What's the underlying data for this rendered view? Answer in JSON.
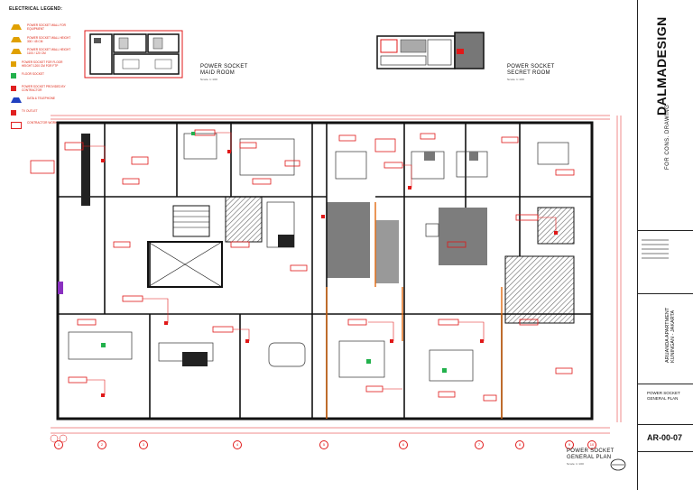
{
  "legend": {
    "title": "ELECTRICAL LEGEND:",
    "items": [
      {
        "icon": "triangle-socket-icon",
        "color": "#e0a000",
        "label": "POWER SOCKET WALL FOR EQUIPMENT"
      },
      {
        "icon": "triangle-socket-icon",
        "color": "#e0a000",
        "label": "POWER SOCKET WALL HEIGHT 300 / 45 CM"
      },
      {
        "icon": "triangle-socket-icon",
        "color": "#e0a000",
        "label": "POWER SOCKET WALL HEIGHT 1100 / 120 CM"
      },
      {
        "icon": "square-socket-icon",
        "color": "#e0a000",
        "label": "POWER SOCKET FOR FLOOR HEIGHT 1200 CM FOR FTP"
      },
      {
        "icon": "green-square-icon",
        "color": "#22b14c",
        "label": "FLOOR SOCKET"
      },
      {
        "icon": "red-square-icon",
        "color": "#e02020",
        "label": "POWER SOCKET PROVIDED BY CONTRACTOR"
      },
      {
        "icon": "blue-triangle-icon",
        "color": "#2040c0",
        "label": "DATA & TELEPHONE"
      },
      {
        "icon": "tv-outlet-icon",
        "color": "#e02020",
        "label": "TV OUTLET"
      },
      {
        "icon": "red-box-icon",
        "color": "#e02020",
        "label": "CONTRACTOR WORK"
      }
    ]
  },
  "maid_room": {
    "title_line1": "POWER SOCKET",
    "title_line2": "MAID ROOM",
    "scale": "Scale 1:100"
  },
  "secret_room": {
    "title_line1": "POWER SOCKET",
    "title_line2": "SECRET ROOM",
    "scale": "Scale 1:100"
  },
  "general_plan": {
    "title_line1": "POWER SOCKET",
    "title_line2": "GENERAL PLAN",
    "scale": "Scale 1:100"
  },
  "title_block": {
    "brand": "DALMADESIGN",
    "status": "FOR CONS. DRAWING",
    "project_line1": "ARUANDA APARTMENT",
    "project_line2": "KUNINGAN - JAKARTA",
    "drawing_line1": "POWER SOCKET",
    "drawing_line2": "GENERAL PLAN",
    "sheet_no": "AR-00-07"
  },
  "grid_bubbles_bottom": [
    "1",
    "2",
    "3",
    "4",
    "5",
    "6",
    "7",
    "8",
    "9",
    "10"
  ],
  "colors": {
    "accent": "#e01818",
    "line": "#111111",
    "hatch": "#7a7a7a",
    "orange": "#e06a10",
    "purple": "#8a30c0"
  }
}
